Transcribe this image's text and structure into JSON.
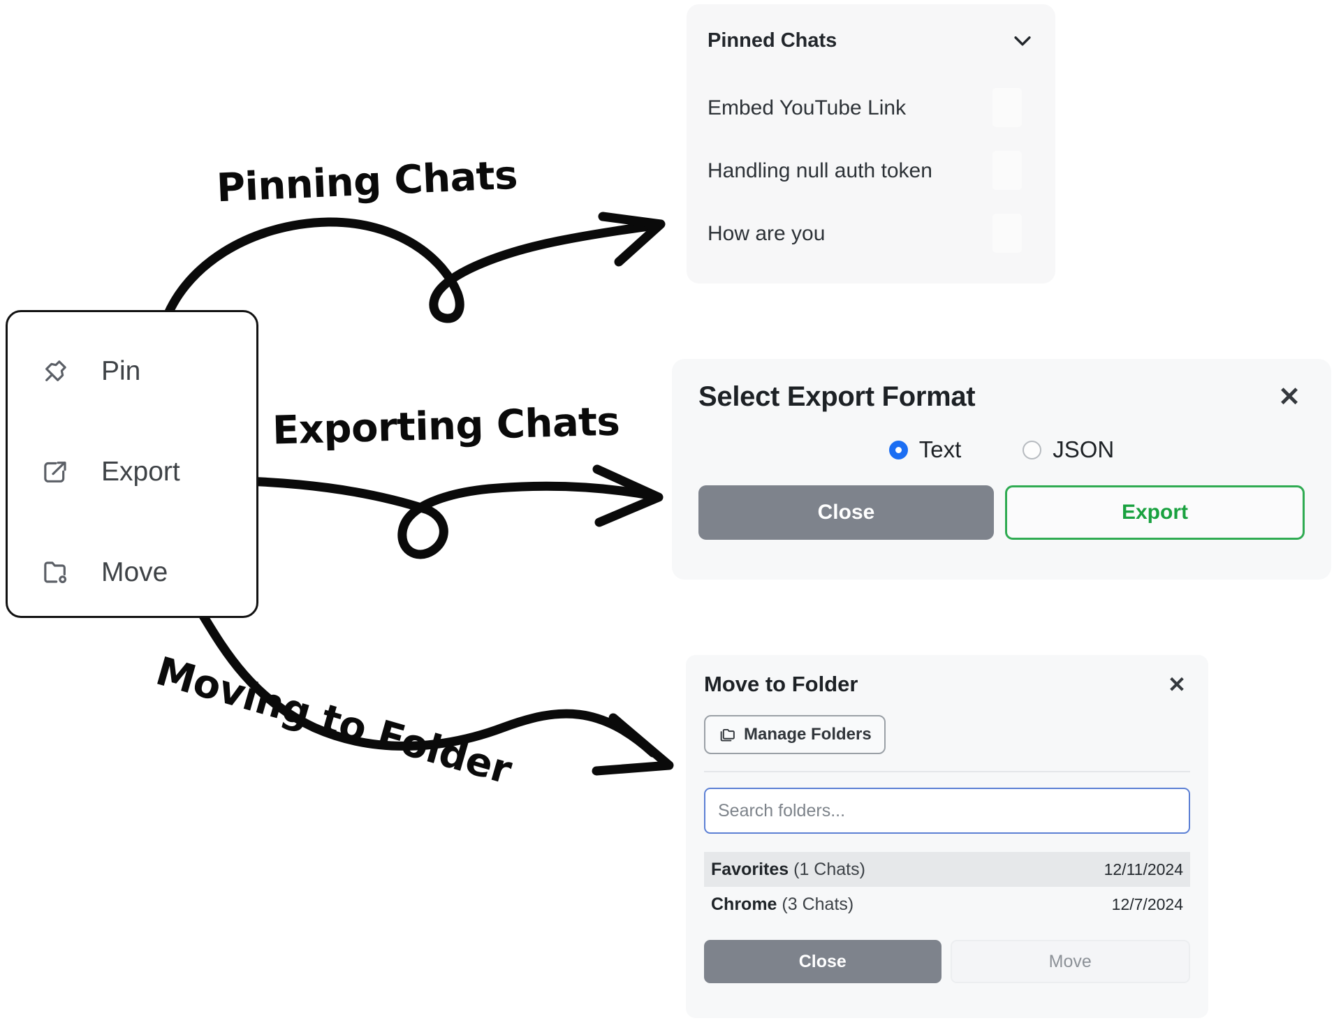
{
  "context_menu": {
    "items": [
      {
        "label": "Pin",
        "icon": "pin-icon"
      },
      {
        "label": "Export",
        "icon": "export-icon"
      },
      {
        "label": "Move",
        "icon": "folder-move-icon"
      }
    ]
  },
  "annotations": [
    {
      "text": "Pinning Chats",
      "points_to": "pinned-chats-panel"
    },
    {
      "text": "Exporting Chats",
      "points_to": "export-dialog"
    },
    {
      "text": "Moving to Folder",
      "points_to": "move-to-folder-dialog"
    }
  ],
  "pinned_panel": {
    "title": "Pinned Chats",
    "collapse_icon": "chevron-down-icon",
    "chats": [
      "Embed YouTube Link",
      "Handling null auth token",
      "How are you"
    ]
  },
  "export_dialog": {
    "title": "Select Export Format",
    "close_icon": "close-icon",
    "options": [
      {
        "label": "Text",
        "selected": true
      },
      {
        "label": "JSON",
        "selected": false
      }
    ],
    "close_label": "Close",
    "export_label": "Export",
    "colors": {
      "selected_radio": "#1b6ef3",
      "export_border": "#2fab52",
      "export_text": "#19a13f",
      "close_bg": "#7e838c"
    }
  },
  "move_dialog": {
    "title": "Move to Folder",
    "close_icon": "close-icon",
    "manage_folders_label": "Manage Folders",
    "manage_folders_icon": "folders-icon",
    "search_placeholder": "Search folders...",
    "search_value": "",
    "folders": [
      {
        "name": "Favorites",
        "count": "(1 Chats)",
        "date": "12/11/2024",
        "selected": true
      },
      {
        "name": "Chrome",
        "count": "(3 Chats)",
        "date": "12/7/2024",
        "selected": false
      }
    ],
    "close_label": "Close",
    "move_label": "Move"
  }
}
